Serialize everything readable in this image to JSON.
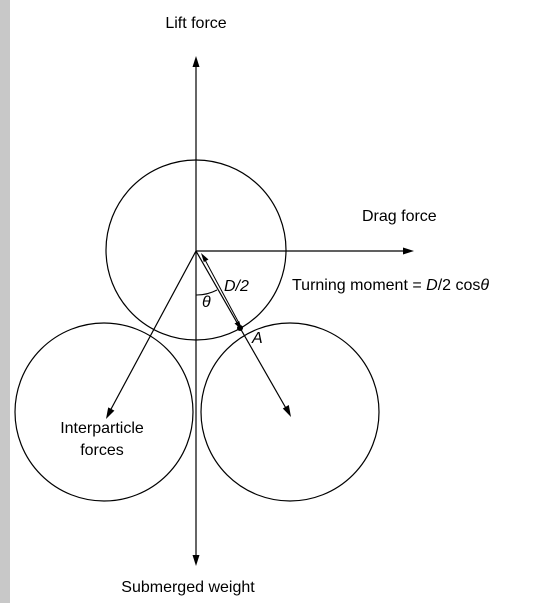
{
  "labels": {
    "lift_force": "Lift force",
    "drag_force": "Drag force",
    "half_diameter": "D/2",
    "theta": "θ",
    "turning_moment_prefix": "Turning moment = ",
    "turning_moment_symbol": "D",
    "turning_moment_suffix": "/2 cos",
    "turning_moment_theta": "θ",
    "point_a": "A",
    "interparticle_line1": "Interparticle",
    "interparticle_line2": "forces",
    "submerged_weight": "Submerged weight"
  },
  "colors": {
    "side_bar": "#c8c8c8",
    "stroke": "#000000"
  }
}
